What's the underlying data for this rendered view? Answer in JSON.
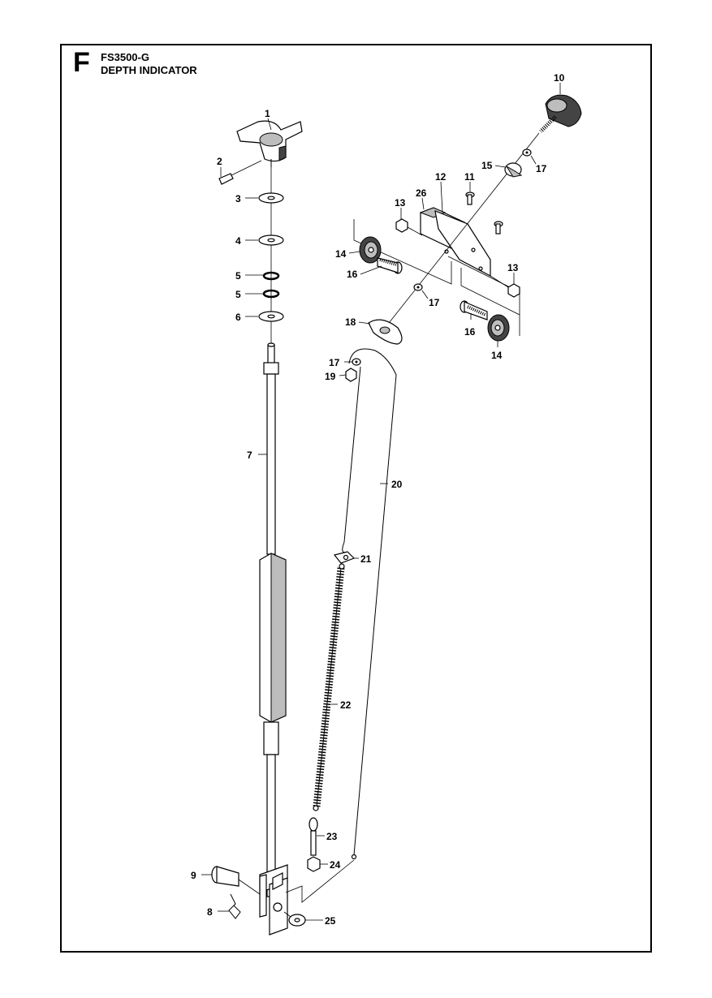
{
  "section_letter": "F",
  "model": "FS3500-G",
  "subtitle": "DEPTH INDICATOR",
  "callouts": [
    "1",
    "2",
    "3",
    "4",
    "5",
    "5",
    "6",
    "7",
    "8",
    "9",
    "10",
    "11",
    "12",
    "13",
    "13",
    "14",
    "14",
    "15",
    "16",
    "16",
    "17",
    "17",
    "17",
    "18",
    "19",
    "20",
    "21",
    "22",
    "23",
    "24",
    "25",
    "26"
  ]
}
